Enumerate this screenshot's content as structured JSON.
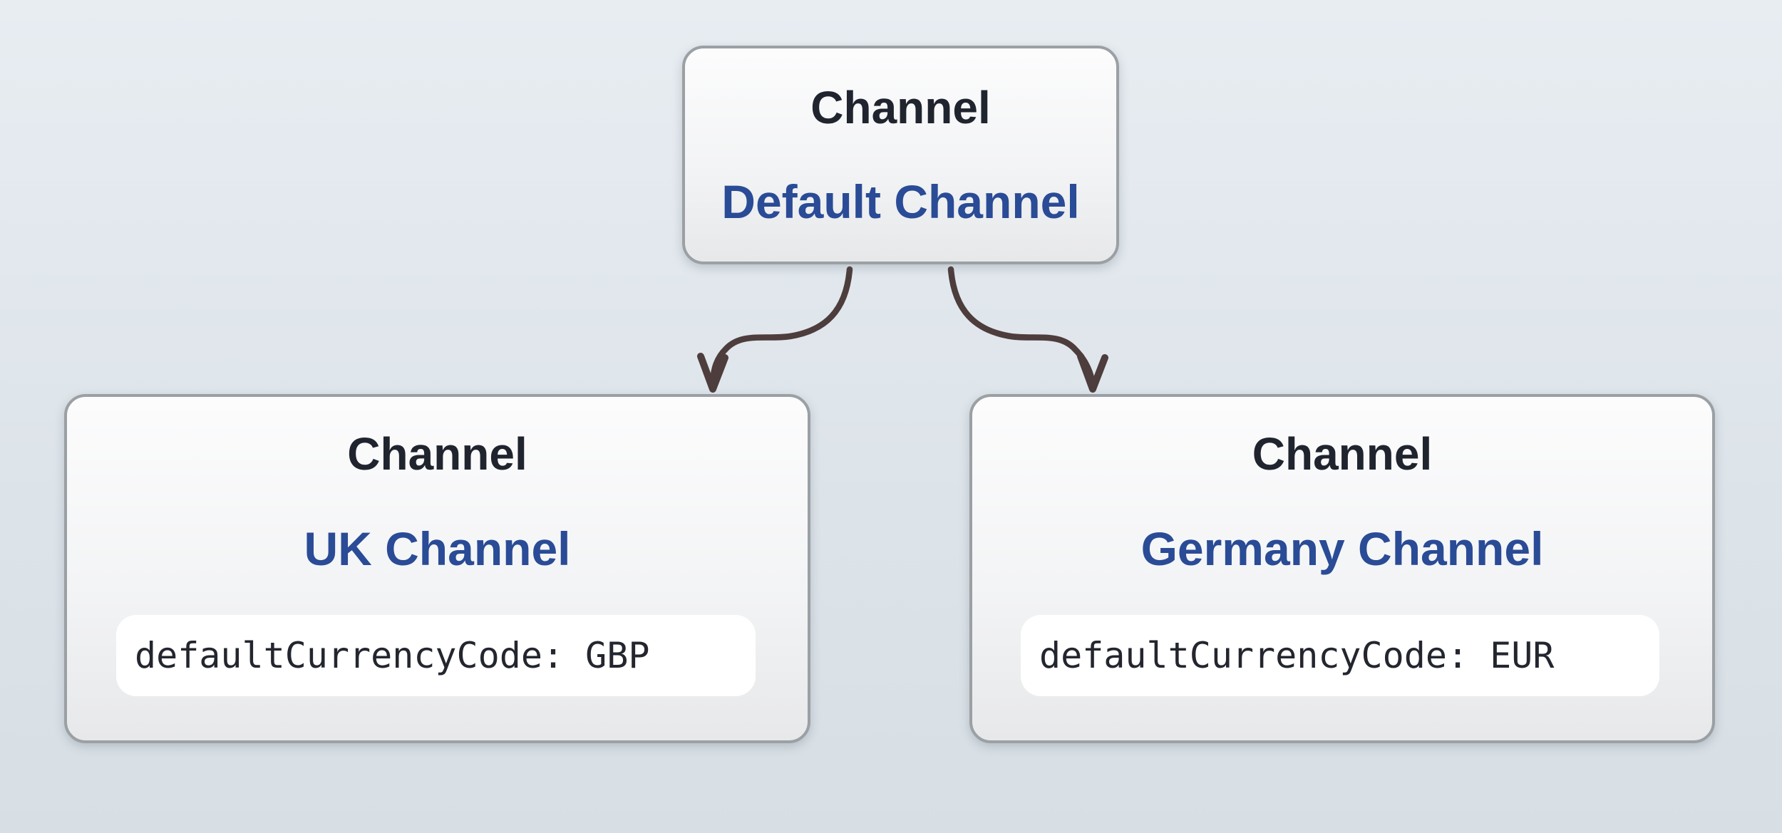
{
  "diagram": {
    "nodes": {
      "default": {
        "entity": "Channel",
        "name": "Default Channel"
      },
      "uk": {
        "entity": "Channel",
        "name": "UK Channel",
        "attribute": "defaultCurrencyCode: GBP"
      },
      "germany": {
        "entity": "Channel",
        "name": "Germany Channel",
        "attribute": "defaultCurrencyCode: EUR"
      }
    },
    "edges": [
      {
        "from": "Default Channel",
        "to": "UK Channel"
      },
      {
        "from": "Default Channel",
        "to": "Germany Channel"
      }
    ],
    "colors": {
      "background_top": "#e8edf2",
      "background_bottom": "#d7dfe5",
      "node_border": "#9aa0a4",
      "node_fill_top": "#fcfcfd",
      "node_fill_bottom": "#e7e8ea",
      "entity_text": "#20242e",
      "name_text": "#2a4b96",
      "attribute_text": "#23262e",
      "attribute_fill": "#ffffff",
      "edge": "#4e3d3d"
    }
  }
}
